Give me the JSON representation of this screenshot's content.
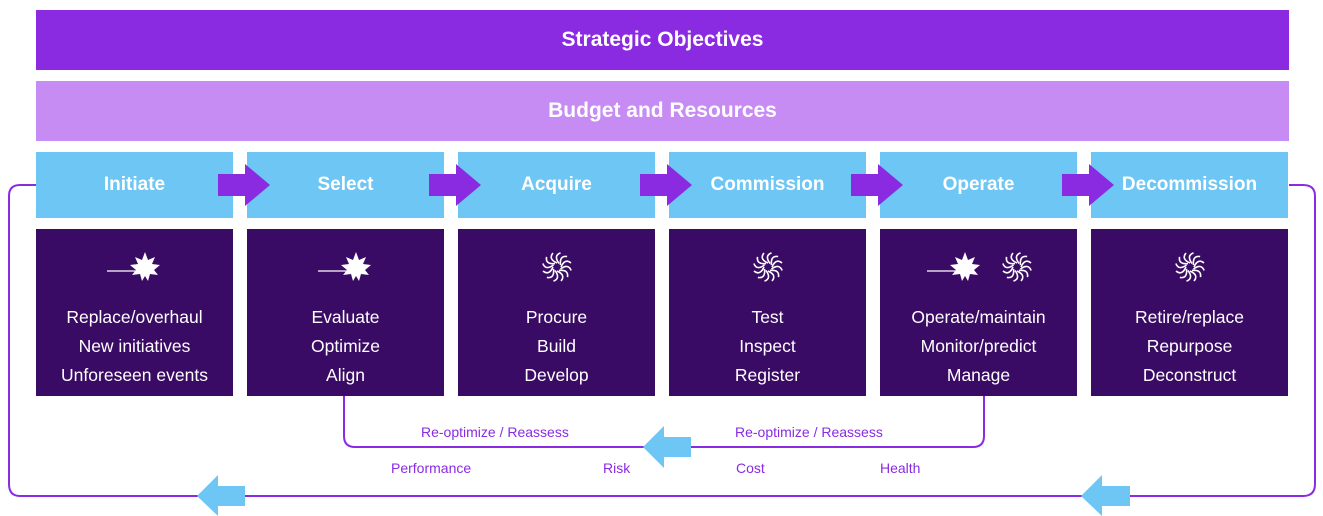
{
  "bands": {
    "strategic": "Strategic Objectives",
    "budget": "Budget and Resources"
  },
  "phases": [
    {
      "name": "Initiate",
      "icons": [
        "maple-leaf-icon"
      ],
      "lines": [
        "Replace/overhaul",
        "New initiatives",
        "Unforeseen events"
      ]
    },
    {
      "name": "Select",
      "icons": [
        "maple-leaf-icon"
      ],
      "lines": [
        "Evaluate",
        "Optimize",
        "Align"
      ]
    },
    {
      "name": "Acquire",
      "icons": [
        "spiral-fan-icon"
      ],
      "lines": [
        "Procure",
        "Build",
        "Develop"
      ]
    },
    {
      "name": "Commission",
      "icons": [
        "spiral-fan-icon"
      ],
      "lines": [
        "Test",
        "Inspect",
        "Register"
      ]
    },
    {
      "name": "Operate",
      "icons": [
        "maple-leaf-icon",
        "spiral-fan-icon"
      ],
      "lines": [
        "Operate/maintain",
        "Monitor/predict",
        "Manage"
      ]
    },
    {
      "name": "Decommission",
      "icons": [
        "spiral-fan-icon"
      ],
      "lines": [
        "Retire/replace",
        "Repurpose",
        "Deconstruct"
      ]
    }
  ],
  "feedback": {
    "left_label": "Re-optimize / Reassess",
    "right_label": "Re-optimize / Reassess",
    "factors": [
      "Performance",
      "Risk",
      "Cost",
      "Health"
    ]
  },
  "colors": {
    "strategic_band": "#8a2be2",
    "budget_band": "#c78cf3",
    "phase_header": "#6ec6f5",
    "phase_box": "#3a0b64",
    "chevron": "#8a2be2",
    "loop_line": "#8a2be2",
    "feedback_arrow": "#6ec6f5"
  }
}
